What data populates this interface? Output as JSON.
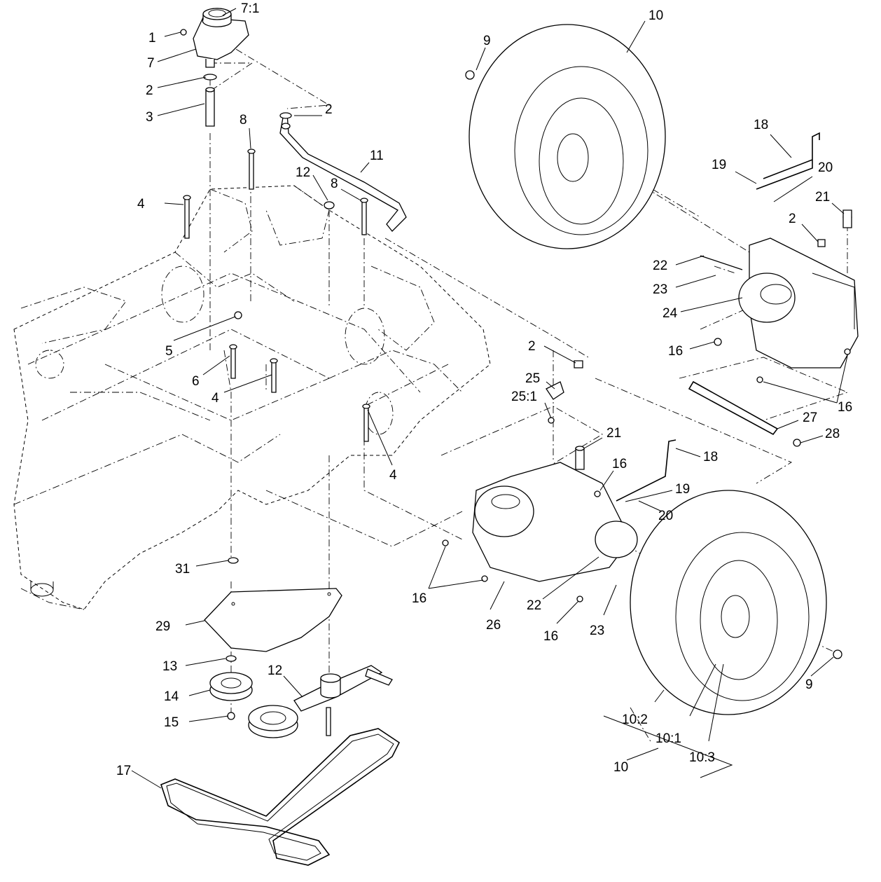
{
  "callouts": [
    {
      "id": "c1",
      "label": "1"
    },
    {
      "id": "c2",
      "label": "2"
    },
    {
      "id": "c3",
      "label": "3"
    },
    {
      "id": "c4",
      "label": "4"
    },
    {
      "id": "c5",
      "label": "5"
    },
    {
      "id": "c6",
      "label": "6"
    },
    {
      "id": "c7",
      "label": "7"
    },
    {
      "id": "c7-1",
      "label": "7:1"
    },
    {
      "id": "c8",
      "label": "8"
    },
    {
      "id": "c9",
      "label": "9"
    },
    {
      "id": "c10",
      "label": "10"
    },
    {
      "id": "c10-1",
      "label": "10:1"
    },
    {
      "id": "c10-2",
      "label": "10:2"
    },
    {
      "id": "c10-3",
      "label": "10:3"
    },
    {
      "id": "c11",
      "label": "11"
    },
    {
      "id": "c12",
      "label": "12"
    },
    {
      "id": "c13",
      "label": "13"
    },
    {
      "id": "c14",
      "label": "14"
    },
    {
      "id": "c15",
      "label": "15"
    },
    {
      "id": "c16",
      "label": "16"
    },
    {
      "id": "c17",
      "label": "17"
    },
    {
      "id": "c18",
      "label": "18"
    },
    {
      "id": "c19",
      "label": "19"
    },
    {
      "id": "c20",
      "label": "20"
    },
    {
      "id": "c21",
      "label": "21"
    },
    {
      "id": "c22",
      "label": "22"
    },
    {
      "id": "c23",
      "label": "23"
    },
    {
      "id": "c24",
      "label": "24"
    },
    {
      "id": "c25",
      "label": "25"
    },
    {
      "id": "c25-1",
      "label": "25:1"
    },
    {
      "id": "c26",
      "label": "26"
    },
    {
      "id": "c27",
      "label": "27"
    },
    {
      "id": "c28",
      "label": "28"
    },
    {
      "id": "c29",
      "label": "29"
    },
    {
      "id": "c31",
      "label": "31"
    }
  ]
}
